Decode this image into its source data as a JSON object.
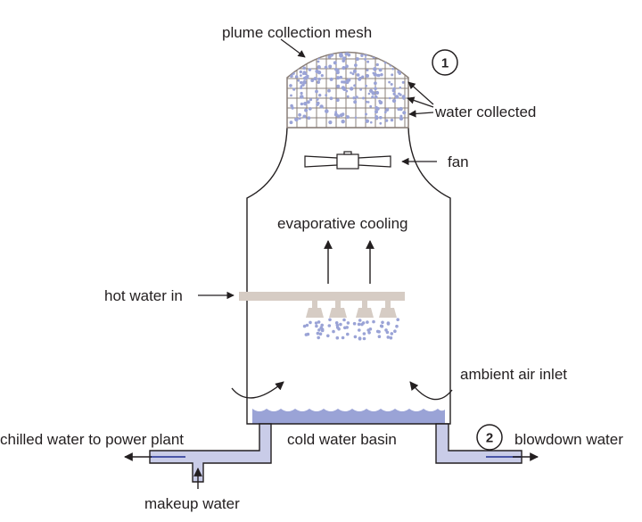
{
  "labels": {
    "mesh": "plume collection mesh",
    "water_collected": "water collected",
    "fan": "fan",
    "evap": "evaporative cooling",
    "hot_water": "hot water in",
    "ambient": "ambient air inlet",
    "basin": "cold water basin",
    "chilled": "chilled water to power plant",
    "blowdown": "blowdown water",
    "makeup": "makeup water"
  },
  "markers": {
    "one": "1",
    "two": "2"
  },
  "colors": {
    "outline": "#231f20",
    "mesh": "#8a7f78",
    "water": "#9aa3d6",
    "water_dark": "#4a56a8",
    "pipe_fill": "#c9cce8",
    "distributor": "#d6ccc4"
  }
}
